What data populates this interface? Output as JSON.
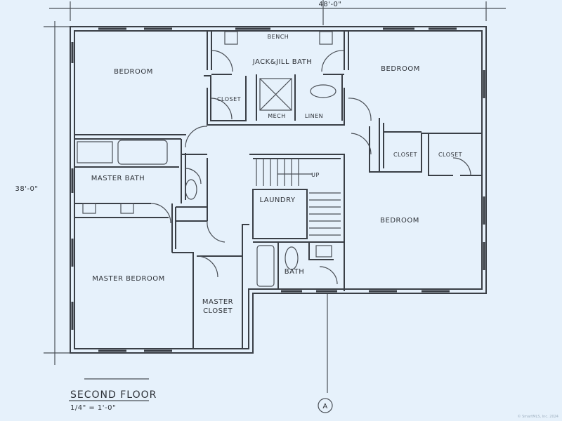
{
  "dimensions": {
    "width": "48'-0\"",
    "depth": "38'-0\""
  },
  "rooms": {
    "bedroom_nw": "BEDROOM",
    "bench": "BENCH",
    "jack_jill_bath": "JACK&JILL BATH",
    "bedroom_ne": "BEDROOM",
    "closet_nw": "CLOSET",
    "mech": "MECH",
    "linen": "LINEN",
    "closet_e1": "CLOSET",
    "closet_e2": "CLOSET",
    "master_bath": "MASTER BATH",
    "stair_up": "UP",
    "laundry": "LAUNDRY",
    "bedroom_se": "BEDROOM",
    "master_bedroom": "MASTER BEDROOM",
    "bath": "BATH",
    "master_closet_1": "MASTER",
    "master_closet_2": "CLOSET"
  },
  "title": {
    "name": "SECOND FLOOR",
    "scale": "1/4\" = 1'-0\""
  },
  "section_marker": "A",
  "watermark": "© SmartMLS, Inc. 2024"
}
